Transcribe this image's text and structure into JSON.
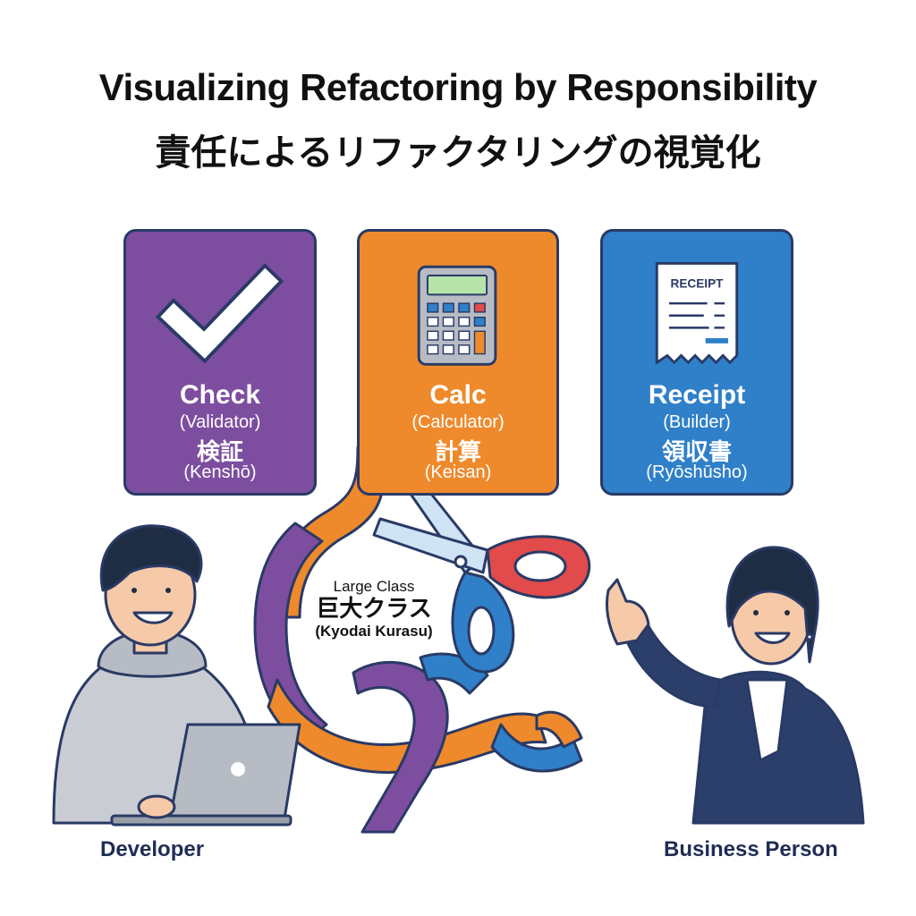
{
  "title": {
    "english": "Visualizing Refactoring by Responsibility",
    "japanese": "責任によるリファクタリングの視覚化"
  },
  "cards": [
    {
      "name": "Check",
      "role": "(Validator)",
      "japanese": "検証",
      "romaji": "(Kenshō)",
      "icon": "checkmark-icon",
      "color": "#7d4ea0"
    },
    {
      "name": "Calc",
      "role": "(Calculator)",
      "japanese": "計算",
      "romaji": "(Keisan)",
      "icon": "calculator-icon",
      "color": "#ee8a2c"
    },
    {
      "name": "Receipt",
      "role": "(Builder)",
      "japanese": "領収書",
      "romaji": "(Ryōshūsho)",
      "icon": "receipt-icon",
      "receipt_text": "RECEIPT",
      "color": "#2f80c8"
    }
  ],
  "center": {
    "english": "Large Class",
    "japanese": "巨大クラス",
    "romaji": "(Kyodai Kurasu)",
    "icon": "scissors-icon"
  },
  "people": {
    "developer": "Developer",
    "business": "Business Person"
  }
}
